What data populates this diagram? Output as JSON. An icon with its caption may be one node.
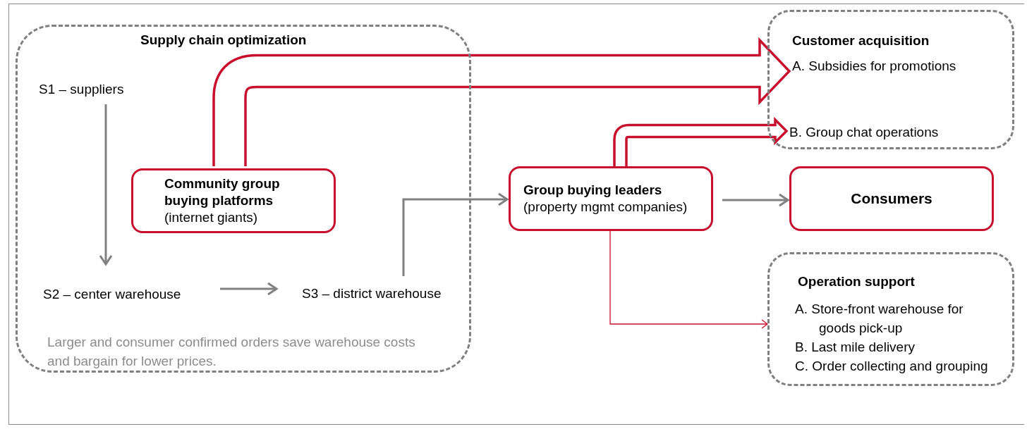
{
  "diagram": {
    "nodes": [
      {
        "text": [
          "Supply chain optimization",
          "Larger and consumer confirmed orders save warehouse costs and bargain for lower prices."
        ]
      },
      {
        "text": [
          "S1 – suppliers"
        ],
        "in": 0
      },
      {
        "text": [
          "Community group buying platforms",
          "(internet giants)"
        ],
        "in": 0
      },
      {
        "text": [
          "S2 – center warehouse"
        ],
        "in": 0
      },
      {
        "text": [
          "S3 – district warehouse"
        ],
        "in": 0
      },
      {
        "text": [
          "Customer acquisition"
        ]
      },
      {
        "text": [
          "A. Subsidies for promotions"
        ],
        "in": 5
      },
      {
        "text": [
          "B. Group chat operations"
        ],
        "in": 5
      },
      {
        "text": [
          "Group buying leaders",
          "(property mgmt companies)"
        ]
      },
      {
        "text": [
          "Consumers"
        ]
      },
      {
        "text": [
          "Operation support",
          "A. Store-front warehouse for goods pick-up",
          "B. Last mile delivery",
          "C. Order collecting and grouping"
        ]
      }
    ],
    "edges": [
      {
        "from": 1,
        "to": 3,
        "arrow": "to"
      },
      {
        "from": 3,
        "to": 4,
        "arrow": "to"
      },
      {
        "from": 4,
        "to": 8,
        "arrow": "to"
      },
      {
        "from": 2,
        "to": 6,
        "arrow": "to",
        "style": "thick",
        "color": "#c8102e"
      },
      {
        "from": 8,
        "to": 7,
        "arrow": "to",
        "style": "thick",
        "color": "#c8102e"
      },
      {
        "from": 8,
        "to": 9,
        "arrow": "to"
      },
      {
        "from": 8,
        "to": 10,
        "arrow": "to",
        "color": "#c8102e"
      }
    ]
  }
}
